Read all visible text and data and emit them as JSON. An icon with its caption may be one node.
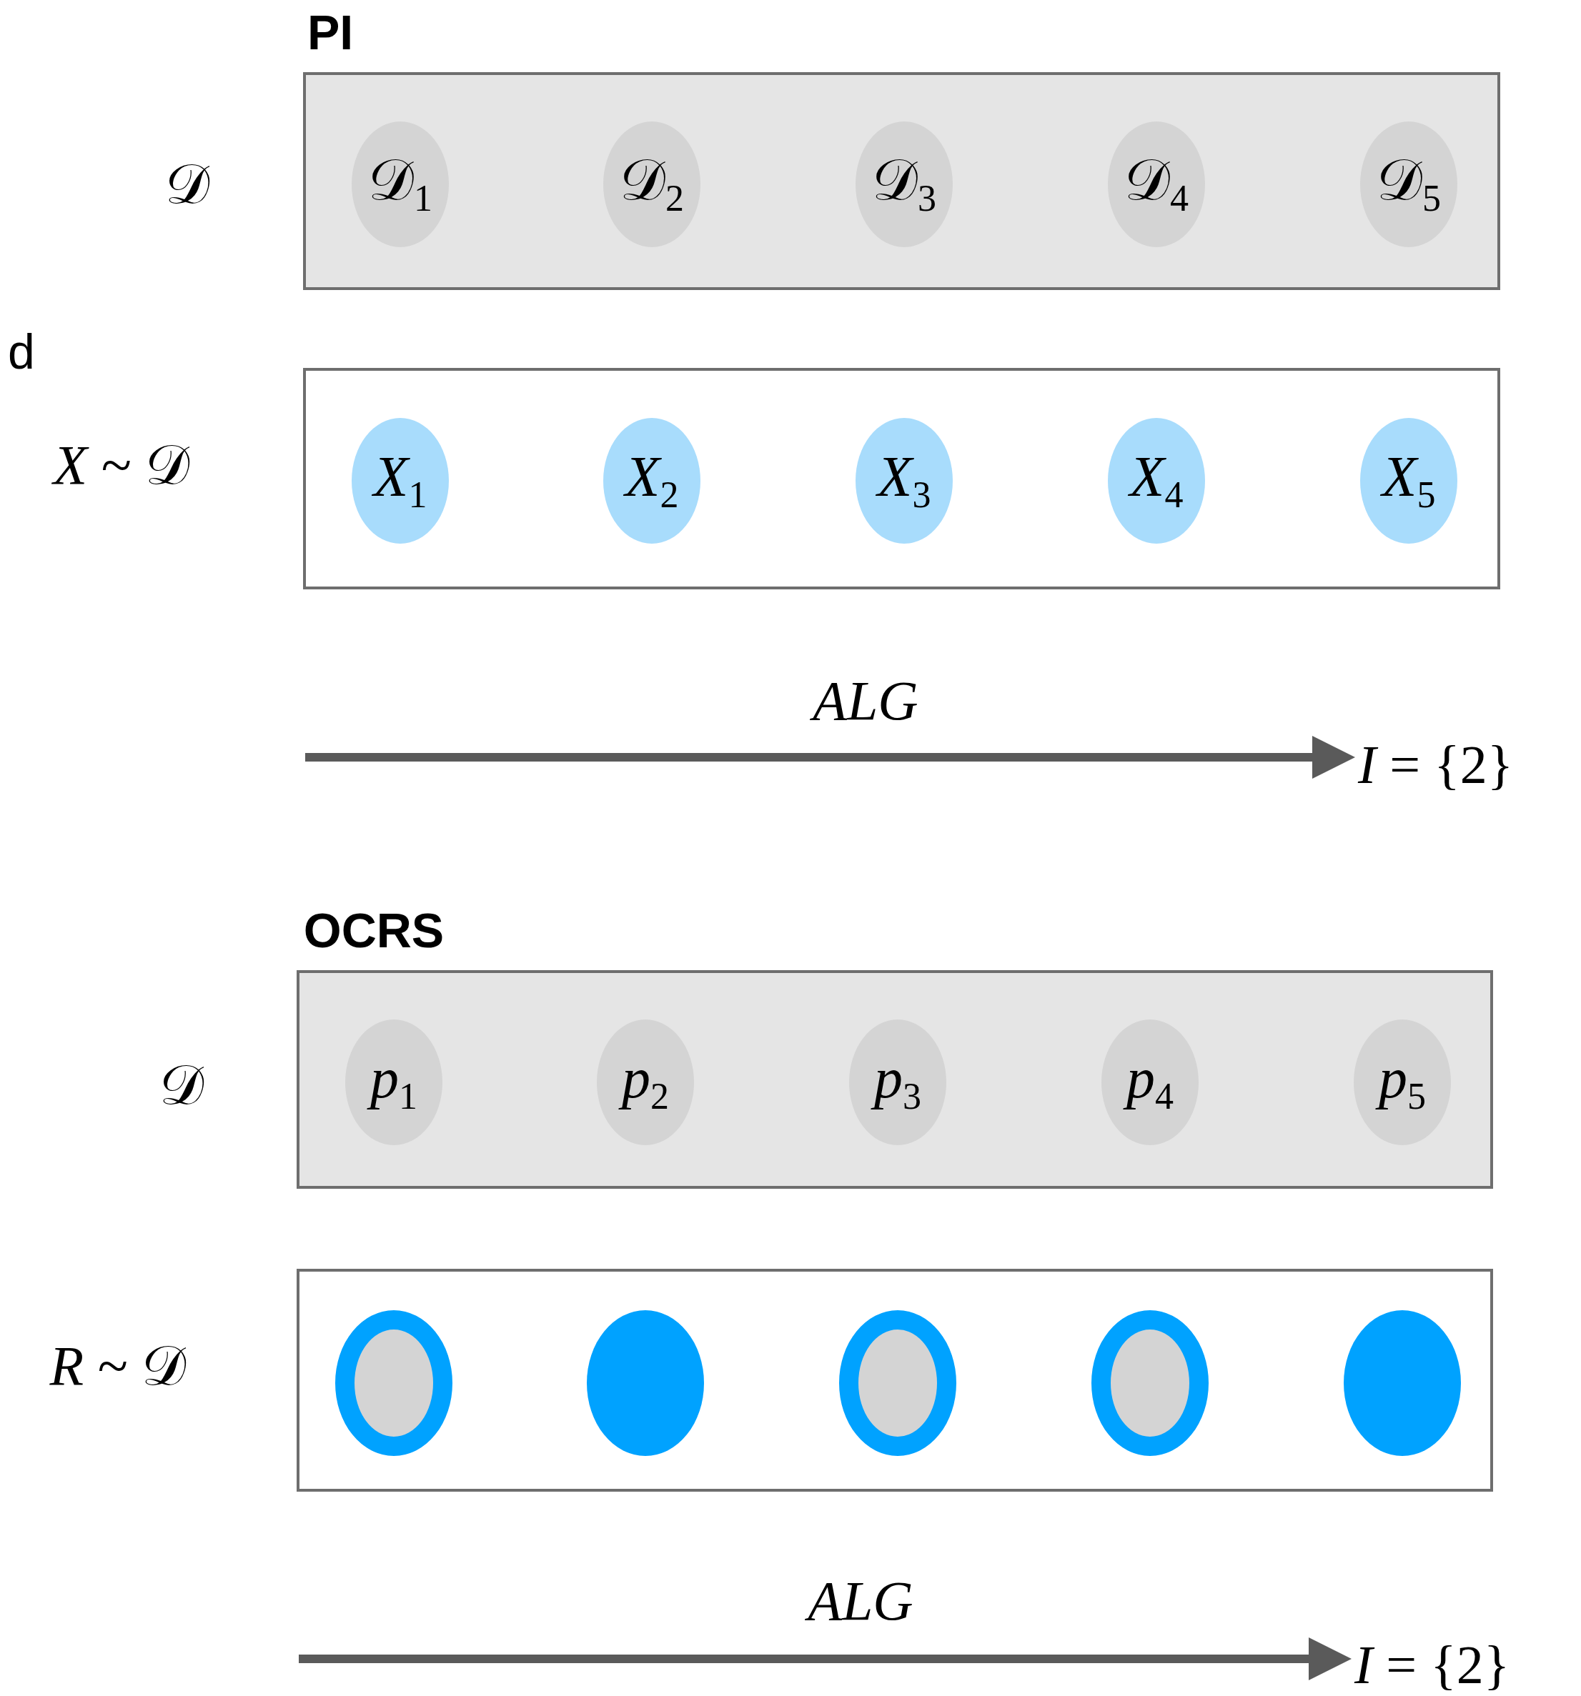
{
  "diagram": {
    "nodes": [
      {
        "text": [],
        "shape": "box"
      },
      {
        "text": [
          "𝒟$_{1}$"
        ],
        "in": 0
      },
      {
        "text": [
          "𝒟$_{2}$"
        ],
        "in": 0
      },
      {
        "text": [
          "𝒟$_{3}$"
        ],
        "in": 0
      },
      {
        "text": [
          "𝒟$_{4}$"
        ],
        "in": 0
      },
      {
        "text": [
          "𝒟$_{5}$"
        ],
        "in": 0
      },
      {
        "text": [],
        "shape": "box"
      },
      {
        "text": [
          "*X*$_{1}$"
        ],
        "in": 6
      },
      {
        "text": [
          "*X*$_{2}$"
        ],
        "in": 6
      },
      {
        "text": [
          "*X*$_{3}$"
        ],
        "in": 6
      },
      {
        "text": [
          "*X*$_{4}$"
        ],
        "in": 6
      },
      {
        "text": [
          "*X*$_{5}$"
        ],
        "in": 6
      },
      {
        "text": [
          "*I* = {2}"
        ]
      },
      {
        "text": [],
        "shape": "box"
      },
      {
        "text": [
          "*p*$_{1}$"
        ],
        "in": 13
      },
      {
        "text": [
          "*p*$_{2}$"
        ],
        "in": 13
      },
      {
        "text": [
          "*p*$_{3}$"
        ],
        "in": 13
      },
      {
        "text": [
          "*p*$_{4}$"
        ],
        "in": 13
      },
      {
        "text": [
          "*p*$_{5}$"
        ],
        "in": 13
      },
      {
        "text": [],
        "shape": "box"
      },
      {
        "text": [],
        "shape": "ring",
        "in": 19
      },
      {
        "text": [],
        "shape": "circle",
        "in": 19
      },
      {
        "text": [],
        "shape": "ring",
        "in": 19
      },
      {
        "text": [],
        "shape": "ring",
        "in": 19
      },
      {
        "text": [],
        "shape": "circle",
        "in": 19
      },
      {
        "text": [
          "*I* = {2}"
        ]
      }
    ],
    "edges": [
      {
        "from": null,
        "to": 12,
        "arrow": "to",
        "label": "ALG"
      },
      {
        "from": null,
        "to": 25,
        "arrow": "to",
        "label": "ALG"
      }
    ],
    "labels": [
      "PI",
      "d",
      "𝒟",
      "*X* ~ 𝒟",
      "OCRS",
      "𝒟",
      "*R* ~ 𝒟"
    ]
  }
}
